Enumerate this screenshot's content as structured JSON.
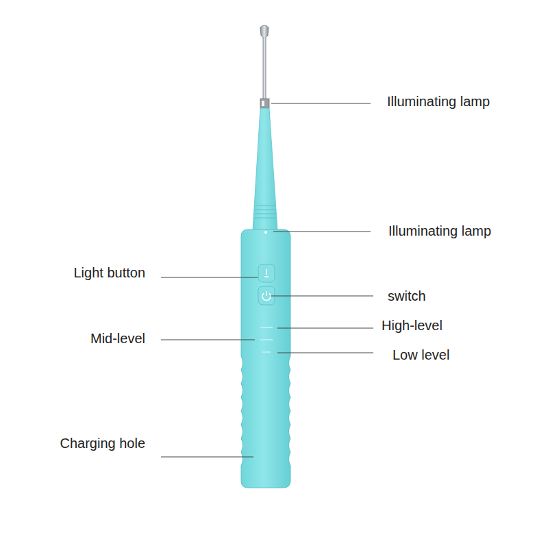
{
  "diagram": {
    "labels": [
      "Illuminating lamp",
      "Illuminating lamp",
      "Light button",
      "switch",
      "High-level",
      "Mid-level",
      "Low level",
      "Charging hole"
    ]
  }
}
